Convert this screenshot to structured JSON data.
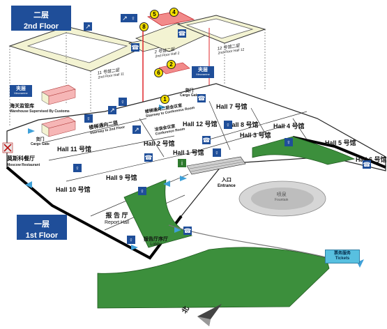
{
  "floor2": {
    "cn": "二层",
    "en": "2nd Floor"
  },
  "floor1": {
    "cn": "一层",
    "en": "1st Floor"
  },
  "halls": {
    "h1": "Hall 1 号馆",
    "h2": "Hall 2 号馆",
    "h3": "Hall 3 号馆",
    "h4": "Hall 4 号馆",
    "h5": "Hall 5 号馆",
    "h6": "Hall 6 号馆",
    "h7": "Hall 7 号馆",
    "h8": "Hall 8 号馆",
    "h9": "Hall 9 号馆",
    "h10": "Hall 10 号馆",
    "h11": "Hall 11 号馆",
    "h12": "Hall 12 号馆"
  },
  "upper_halls": {
    "h11": {
      "cn": "11 号馆二层",
      "en": "2nd Floor Hall 11"
    },
    "h2": {
      "cn": "2 号馆二层",
      "en": "2nd Floor Hall 2"
    },
    "h12": {
      "cn": "12 号馆二层",
      "en": "2nd Floor Hall 12"
    }
  },
  "mezzanine": {
    "cn": "夹层",
    "en": "Mezzanine"
  },
  "customs_service": {
    "cn": "海关监管库",
    "en": "Warehouse Supervised By Customs"
  },
  "cargo_gate": {
    "cn": "货门",
    "en": "Cargo Gate"
  },
  "restaurant": {
    "cn": "莫斯科餐厅",
    "en": "Moscow Restaurant"
  },
  "stairs_hall2": {
    "cn": "楼梯通向二层",
    "en": "Stairway to 2nd Floor"
  },
  "stairs_conf": {
    "cn": "楼梯通向二层会议室",
    "en": "Stairway to Conference Room"
  },
  "conference": {
    "cn": "洽谈会议室",
    "en": "Conference Room"
  },
  "entrance": {
    "cn": "入口",
    "en": "Entrance"
  },
  "fountain": {
    "cn": "喷泉",
    "en": "Fountain"
  },
  "report_hall": {
    "cn": "报 告 厅",
    "en": "Report Hall"
  },
  "lobby": {
    "cn": "报告厅序厅",
    "en": "Lobby"
  },
  "tickets": {
    "cn": "票务服务",
    "en": "Tickets"
  },
  "north": "北",
  "numbers": [
    "1",
    "2",
    "4",
    "5",
    "6",
    "8"
  ],
  "colors": {
    "floor_blue": "#1f4e99",
    "grass": "#3c8f3c",
    "floor2_fill": "#f3f3d2",
    "red_line": "#e0252b",
    "ticket": "#58c0e0"
  }
}
